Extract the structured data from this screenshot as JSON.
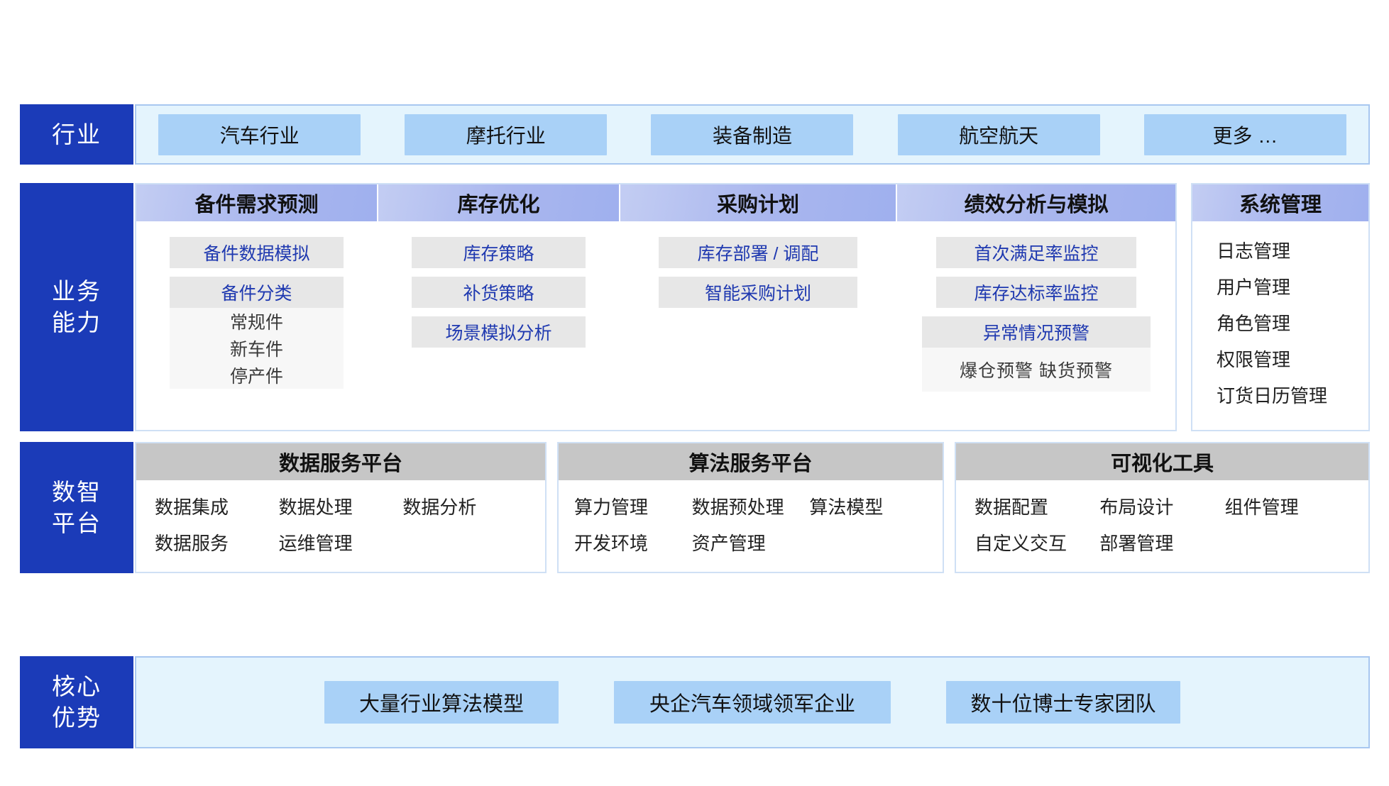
{
  "rows": {
    "industry": {
      "label": "行业",
      "items": [
        {
          "label": "汽车行业"
        },
        {
          "label": "摩托行业"
        },
        {
          "label": "装备制造"
        },
        {
          "label": "航空航天"
        },
        {
          "label": "更多 …"
        }
      ]
    },
    "business_capability": {
      "label": "业务\n能力",
      "label_line1": "业务",
      "label_line2": "能力",
      "columns": [
        {
          "title": "备件需求预测",
          "items": [
            {
              "label": "备件数据模拟"
            }
          ],
          "group": {
            "title": "备件分类",
            "subitems": [
              "常规件",
              "新车件",
              "停产件"
            ]
          }
        },
        {
          "title": "库存优化",
          "items": [
            {
              "label": "库存策略"
            },
            {
              "label": "补货策略"
            },
            {
              "label": "场景模拟分析"
            }
          ],
          "group": null
        },
        {
          "title": "采购计划",
          "items": [
            {
              "label": "库存部署 / 调配"
            },
            {
              "label": "智能采购计划"
            }
          ],
          "group": null
        },
        {
          "title": "绩效分析与模拟",
          "items": [
            {
              "label": "首次满足率监控"
            },
            {
              "label": "库存达标率监控"
            }
          ],
          "group": {
            "title": "异常情况预警",
            "subitems": [
              "爆仓预警 缺货预警"
            ]
          }
        }
      ],
      "system": {
        "title": "系统管理",
        "items": [
          "日志管理",
          "用户管理",
          "角色管理",
          "权限管理",
          "订货日历管理"
        ]
      }
    },
    "data_platform": {
      "label_line1": "数智",
      "label_line2": "平台",
      "panels": [
        {
          "title": "数据服务平台",
          "items": [
            "数据集成",
            "数据处理",
            "数据分析",
            "数据服务",
            "运维管理"
          ]
        },
        {
          "title": "算法服务平台",
          "items": [
            "算力管理",
            "数据预处理",
            "算法模型",
            "开发环境",
            "资产管理"
          ]
        },
        {
          "title": "可视化工具",
          "items": [
            "数据配置",
            "布局设计",
            "组件管理",
            "自定义交互",
            "部署管理"
          ]
        }
      ]
    },
    "core_advantage": {
      "label_line1": "核心",
      "label_line2": "优势",
      "items": [
        {
          "label": "大量行业算法模型"
        },
        {
          "label": "央企汽车领域领军企业"
        },
        {
          "label": "数十位博士专家团队"
        }
      ]
    }
  },
  "colors": {
    "label_blue": "#1b3bb8",
    "band_fill": "#e4f4fd",
    "band_border": "#a8c7f0",
    "chip_blue": "#a9d1f7",
    "cap_header_start": "#c3cdf3",
    "cap_header_end": "#9fb0ee",
    "cap_item_bg": "#e7e7e7",
    "cap_item_text": "#1f39b0",
    "platform_header": "#c6c6c6"
  }
}
